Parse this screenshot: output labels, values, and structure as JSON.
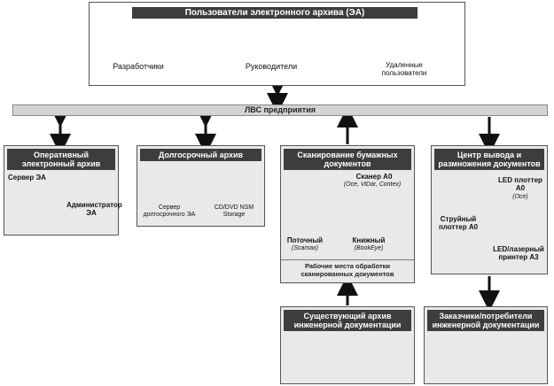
{
  "users_box": {
    "title": "Пользователи электронного архива (ЭА)",
    "groups": [
      "Разработчики",
      "Руководители",
      "Удаленные пользователи"
    ]
  },
  "lan": {
    "label": "ЛВС предприятия"
  },
  "online_archive": {
    "title": "Оперативный электронный архив",
    "server": "Сервер ЭА",
    "admin": "Администратор ЭА"
  },
  "long_archive": {
    "title": "Долгосрочный архив",
    "server": "Сервер долгосрочного ЭА",
    "storage": "CD/DVD NSM Storage"
  },
  "scanning": {
    "title": "Сканирование бумажных документов",
    "scanner_a0": "Сканер А0",
    "scanner_a0_models": "(Oce, ViDar, Contex)",
    "flow": "Поточный",
    "flow_model": "(Scamax)",
    "book": "Книжный",
    "book_model": "(BookEye)",
    "workplaces": "Рабочие места обработки сканированных документов"
  },
  "output": {
    "title": "Центр вывода и размножения документов",
    "plotter_led": "LED плоттер А0",
    "plotter_led_model": "(Oce)",
    "inkjet": "Струйный плоттер А0",
    "laser": "LED/лазерный принтер А3"
  },
  "existing_archive": {
    "title": "Существующий архив инженерной документации"
  },
  "customers": {
    "title": "Заказчики/потребители инженерной документации"
  }
}
